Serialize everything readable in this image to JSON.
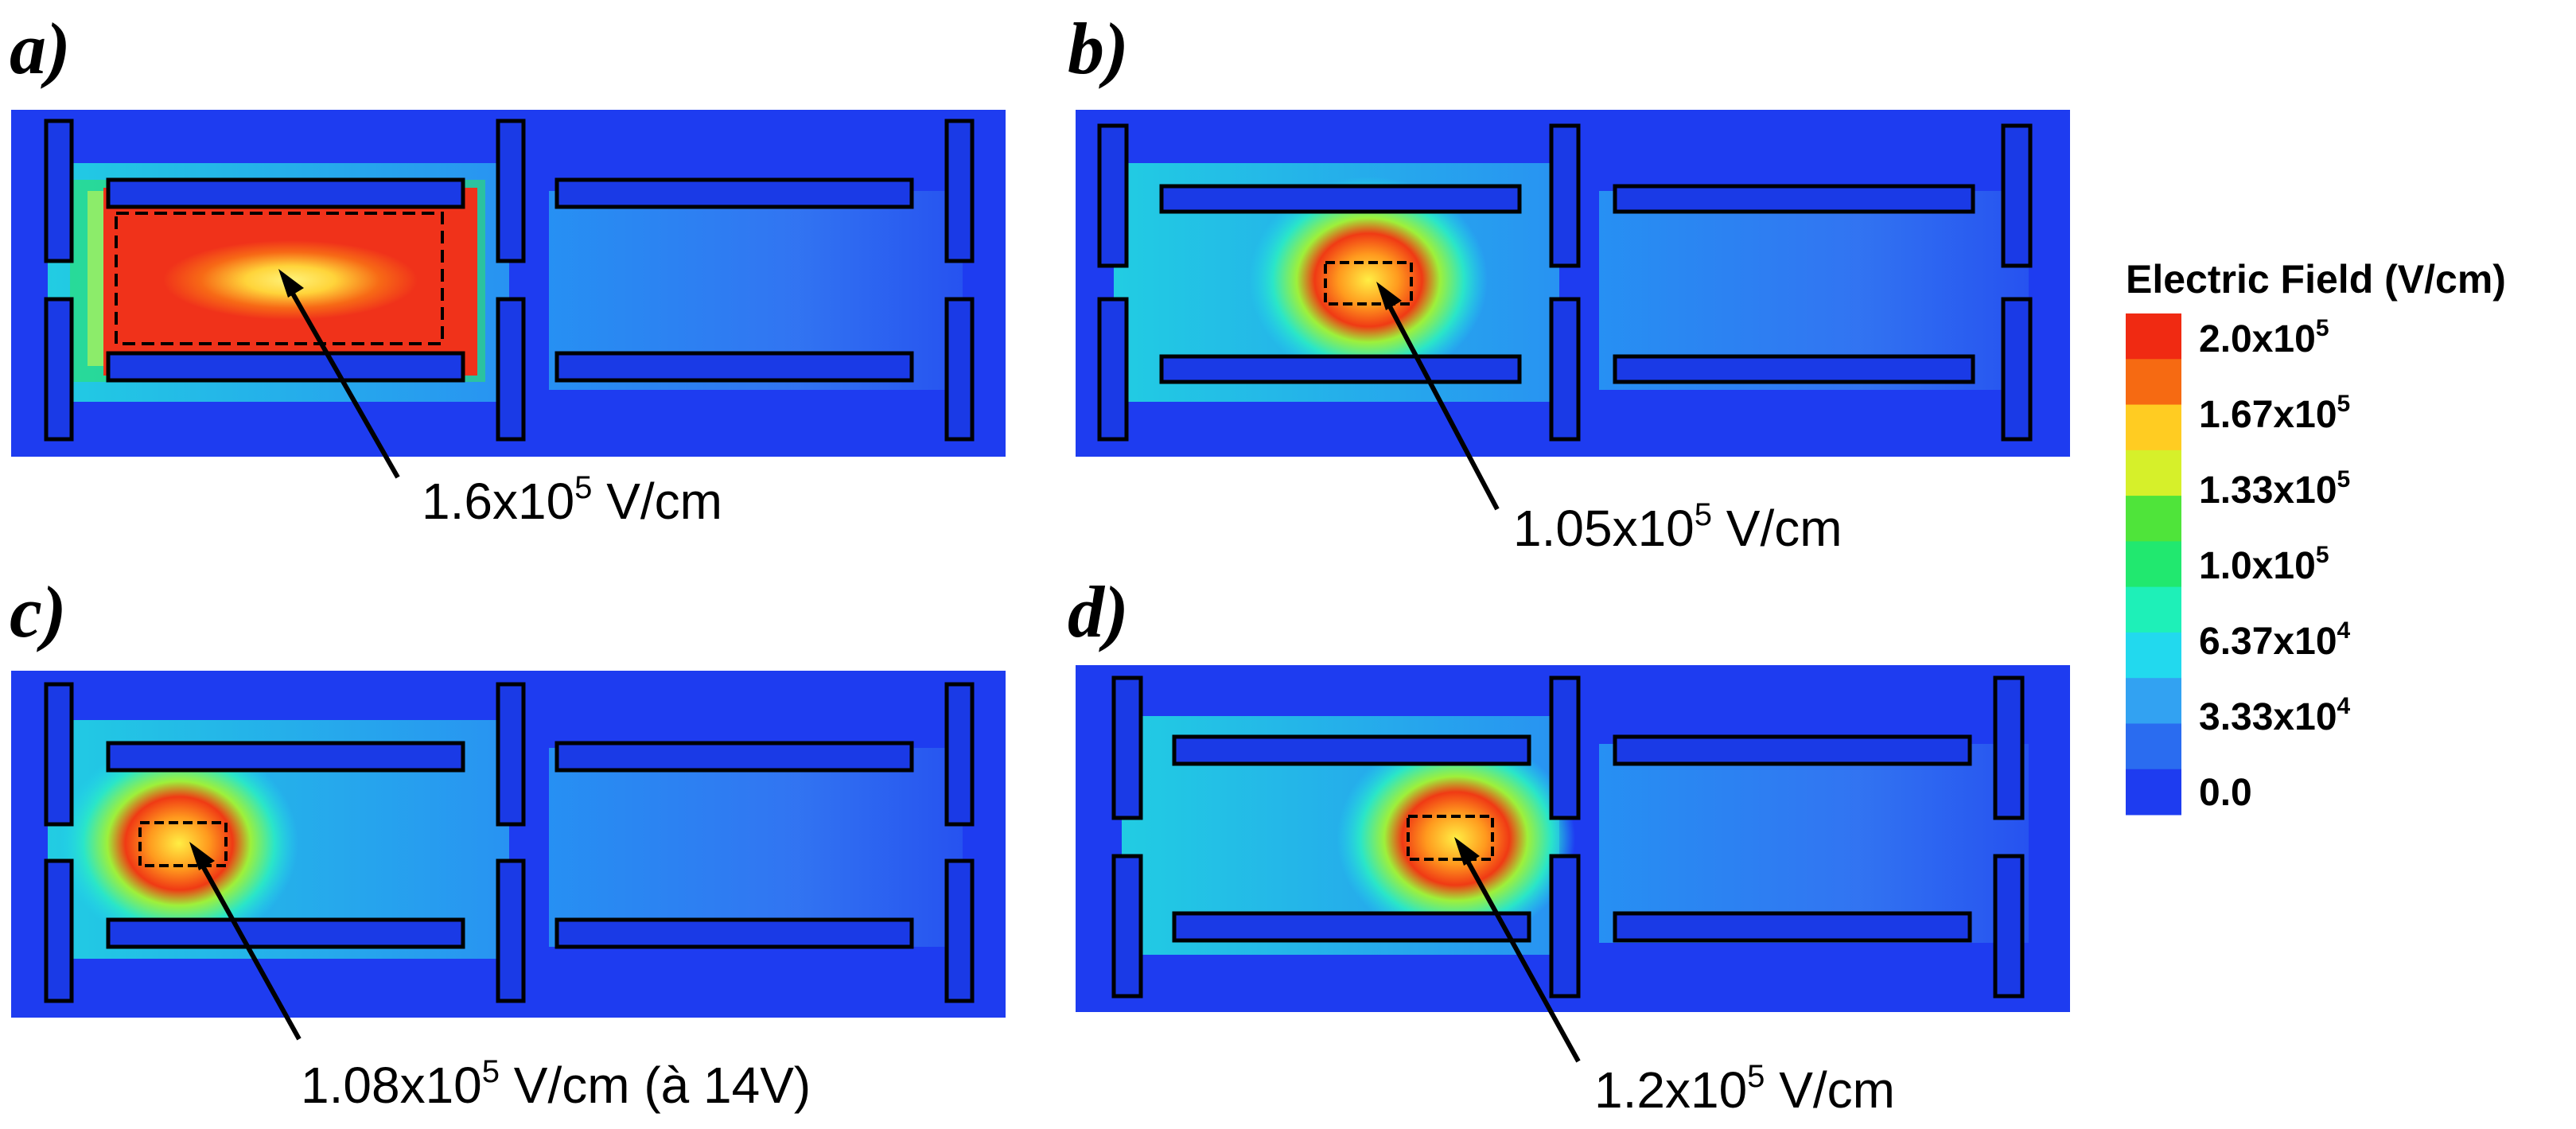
{
  "panels": [
    {
      "id": "a",
      "letter": "a)",
      "annotation": {
        "mantissa": "1.6x10",
        "exp": "5",
        "suffix": " V/cm"
      }
    },
    {
      "id": "b",
      "letter": "b)",
      "annotation": {
        "mantissa": "1.05x10",
        "exp": "5",
        "suffix": " V/cm"
      }
    },
    {
      "id": "c",
      "letter": "c)",
      "annotation": {
        "mantissa": "1.08x10",
        "exp": "5",
        "suffix": " V/cm (à 14V)"
      }
    },
    {
      "id": "d",
      "letter": "d)",
      "annotation": {
        "mantissa": "1.2x10",
        "exp": "5",
        "suffix": "  V/cm"
      }
    }
  ],
  "legend": {
    "title": "Electric Field (V/cm)",
    "labels": [
      {
        "base": "2.0x10",
        "exp": "5"
      },
      {
        "base": "1.67x10",
        "exp": "5"
      },
      {
        "base": "1.33x10",
        "exp": "5"
      },
      {
        "base": "1.0x10",
        "exp": "5"
      },
      {
        "base": "6.37x10",
        "exp": "4"
      },
      {
        "base": "3.33x10",
        "exp": "4"
      },
      {
        "base": "0.0",
        "exp": ""
      }
    ],
    "colors": [
      "#f02a12",
      "#f66a12",
      "#ffcc22",
      "#d6f02a",
      "#4fe43a",
      "#21e86f",
      "#1ef0b8",
      "#22d9ee",
      "#32a2f2",
      "#2a6cf0",
      "#1e3cf0"
    ]
  }
}
